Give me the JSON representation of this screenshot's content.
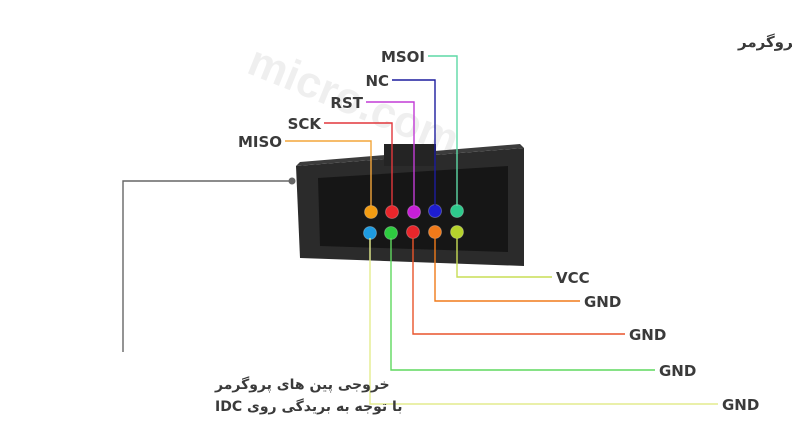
{
  "title": "تصویر پین روی پروگرمر",
  "caption": {
    "line1": "خروجی پین های پروگرمر",
    "line2": "با توجه به بریدگی روی IDC"
  },
  "watermark": "micro.com",
  "top_labels": {
    "msoi": "MSOI",
    "nc": "NC",
    "rst": "RST",
    "sck": "SCK",
    "miso": "MISO"
  },
  "bottom_labels": {
    "vcc": "VCC",
    "gnd1": "GND",
    "gnd2": "GND",
    "gnd3": "GND",
    "gnd4": "GND"
  },
  "pin_colors": {
    "miso": "#f39c12",
    "sck": "#e8262b",
    "rst": "#c71fd6",
    "nc": "#1d1dd0",
    "msoi": "#2ec98c",
    "gnd_left": "#1e9be0",
    "gnd_green": "#2ecc40",
    "gnd_red": "#e8262b",
    "gnd_orange": "#f07a1a",
    "vcc": "#b5d22c"
  },
  "line_colors": {
    "msoi": "#5dd9a6",
    "nc": "#1d1d9e",
    "rst": "#c23bd6",
    "sck": "#e2373c",
    "miso": "#f3a53a",
    "vcc": "#c8dd55",
    "gnd_orange": "#f07a1a",
    "gnd_red": "#e8542b",
    "gnd_green": "#5fd85f",
    "gnd_yellow": "#e3ec8e",
    "caption": "#666666"
  }
}
